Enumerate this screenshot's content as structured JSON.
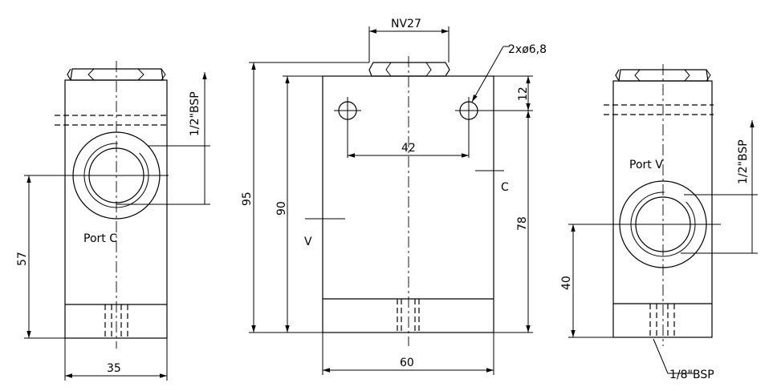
{
  "labels": {
    "left_port": "Port  C",
    "right_port": "Port  V",
    "center_v": "V",
    "center_c": "C"
  },
  "dimensions": {
    "nut_width": "NV27",
    "holes": "2xø6,8",
    "top_offset": "12",
    "hole_spacing": "42",
    "total_height": "95",
    "body_height": "90",
    "port_c_height": "78",
    "block_width": "60",
    "left_width": "35",
    "left_port_height": "57",
    "right_port_height": "40",
    "left_thread": "1/2\"BSP",
    "right_thread": "1/2\"BSP",
    "drain_thread": "1/8\"BSP"
  }
}
